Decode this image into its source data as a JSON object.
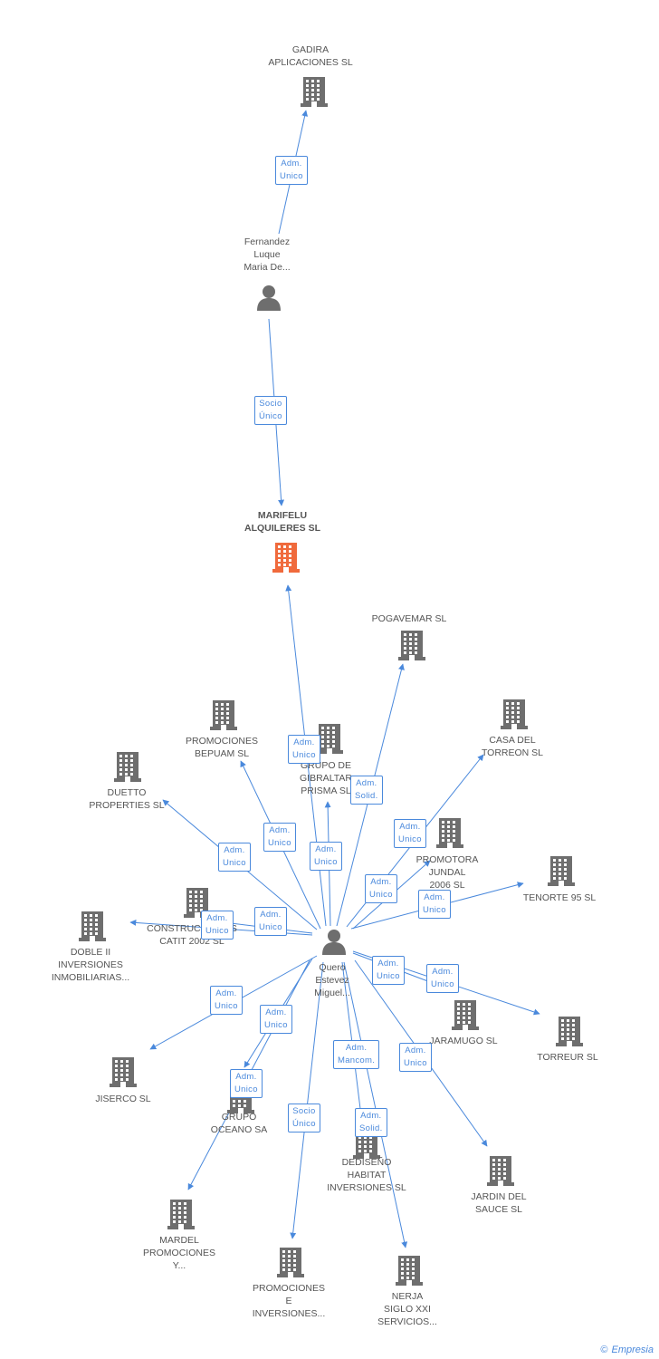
{
  "colors": {
    "edge": "#4a89dc",
    "building": "#6e6e6e",
    "root": "#f06a3c",
    "person": "#6e6e6e"
  },
  "nodes": [
    {
      "id": "gadira",
      "type": "company",
      "label": "GADIRA\nAPLICACIONES SL"
    },
    {
      "id": "fernandez",
      "type": "person",
      "label": "Fernandez\nLuque\nMaria De..."
    },
    {
      "id": "marifelu",
      "type": "root",
      "label": "MARIFELU\nALQUILERES SL"
    },
    {
      "id": "pogavemar",
      "type": "company",
      "label": "POGAVEMAR SL"
    },
    {
      "id": "bepuam",
      "type": "company",
      "label": "PROMOCIONES\nBEPUAM SL"
    },
    {
      "id": "gibraltar",
      "type": "company",
      "label": "GRUPO DE\nGIBRALTAR\nPRISMA SL"
    },
    {
      "id": "torreon",
      "type": "company",
      "label": "CASA DEL\nTORREON SL"
    },
    {
      "id": "duetto",
      "type": "company",
      "label": "DUETTO\nPROPERTIES SL"
    },
    {
      "id": "jundal",
      "type": "company",
      "label": "PROMOTORA\nJUNDAL\n2006 SL"
    },
    {
      "id": "tenorte",
      "type": "company",
      "label": "TENORTE 95 SL"
    },
    {
      "id": "catit",
      "type": "company",
      "label": "CONSTRUCCIONES\nCATIT 2002 SL"
    },
    {
      "id": "dobleii",
      "type": "company",
      "label": "DOBLE II\nINVERSIONES\nINMOBILIARIAS..."
    },
    {
      "id": "quero",
      "type": "person",
      "label": "Quero\nEstevez\nMiguel..."
    },
    {
      "id": "jaramugo",
      "type": "company",
      "label": "JARAMUGO SL"
    },
    {
      "id": "torreur",
      "type": "company",
      "label": "TORREUR SL"
    },
    {
      "id": "jiserco",
      "type": "company",
      "label": "JISERCO SL"
    },
    {
      "id": "oceano",
      "type": "company",
      "label": "GRUPO\nOCEANO SA"
    },
    {
      "id": "dediseno",
      "type": "company",
      "label": "DEDISEÑO\nHABITAT\nINVERSIONES SL"
    },
    {
      "id": "jardin",
      "type": "company",
      "label": "JARDIN DEL\nSAUCE SL"
    },
    {
      "id": "mardel",
      "type": "company",
      "label": "MARDEL\nPROMOCIONES\nY..."
    },
    {
      "id": "promoinv",
      "type": "company",
      "label": "PROMOCIONES\nE\nINVERSIONES..."
    },
    {
      "id": "nerja",
      "type": "company",
      "label": "NERJA\nSIGLO XXI\nSERVICIOS..."
    }
  ],
  "edges": [
    {
      "from": "fernandez",
      "to": "gadira",
      "label": "Adm.\nUnico"
    },
    {
      "from": "fernandez",
      "to": "marifelu",
      "label": "Socio\nÚnico"
    },
    {
      "from": "quero",
      "to": "marifelu",
      "label": "Adm.\nUnico"
    },
    {
      "from": "quero",
      "to": "pogavemar",
      "label": "Adm.\nSolid."
    },
    {
      "from": "quero",
      "to": "bepuam",
      "label": "Adm.\nUnico"
    },
    {
      "from": "quero",
      "to": "gibraltar",
      "label": "Adm.\nUnico"
    },
    {
      "from": "quero",
      "to": "torreon",
      "label": "Adm.\nUnico"
    },
    {
      "from": "quero",
      "to": "duetto",
      "label": "Adm.\nUnico"
    },
    {
      "from": "quero",
      "to": "jundal",
      "label": "Adm.\nUnico"
    },
    {
      "from": "quero",
      "to": "tenorte",
      "label": "Adm.\nUnico"
    },
    {
      "from": "quero",
      "to": "catit",
      "label": "Adm.\nUnico"
    },
    {
      "from": "quero",
      "to": "dobleii",
      "label": "Adm.\nUnico"
    },
    {
      "from": "quero",
      "to": "jaramugo",
      "label": "Adm.\nUnico"
    },
    {
      "from": "quero",
      "to": "torreur",
      "label": "Adm.\nUnico"
    },
    {
      "from": "quero",
      "to": "jiserco",
      "label": "Adm.\nUnico"
    },
    {
      "from": "quero",
      "to": "oceano",
      "label": "Adm.\nUnico"
    },
    {
      "from": "quero",
      "to": "mardel",
      "label": "Adm.\nUnico"
    },
    {
      "from": "quero",
      "to": "dediseno",
      "label": "Adm.\nMancom."
    },
    {
      "from": "quero",
      "to": "nerja",
      "label": "Adm.\nSolid."
    },
    {
      "from": "quero",
      "to": "jardin",
      "label": "Adm.\nUnico"
    },
    {
      "from": "quero",
      "to": "promoinv",
      "label": "Socio\nÚnico"
    }
  ],
  "footer": {
    "copyright": "©",
    "brand": "Empresia"
  }
}
